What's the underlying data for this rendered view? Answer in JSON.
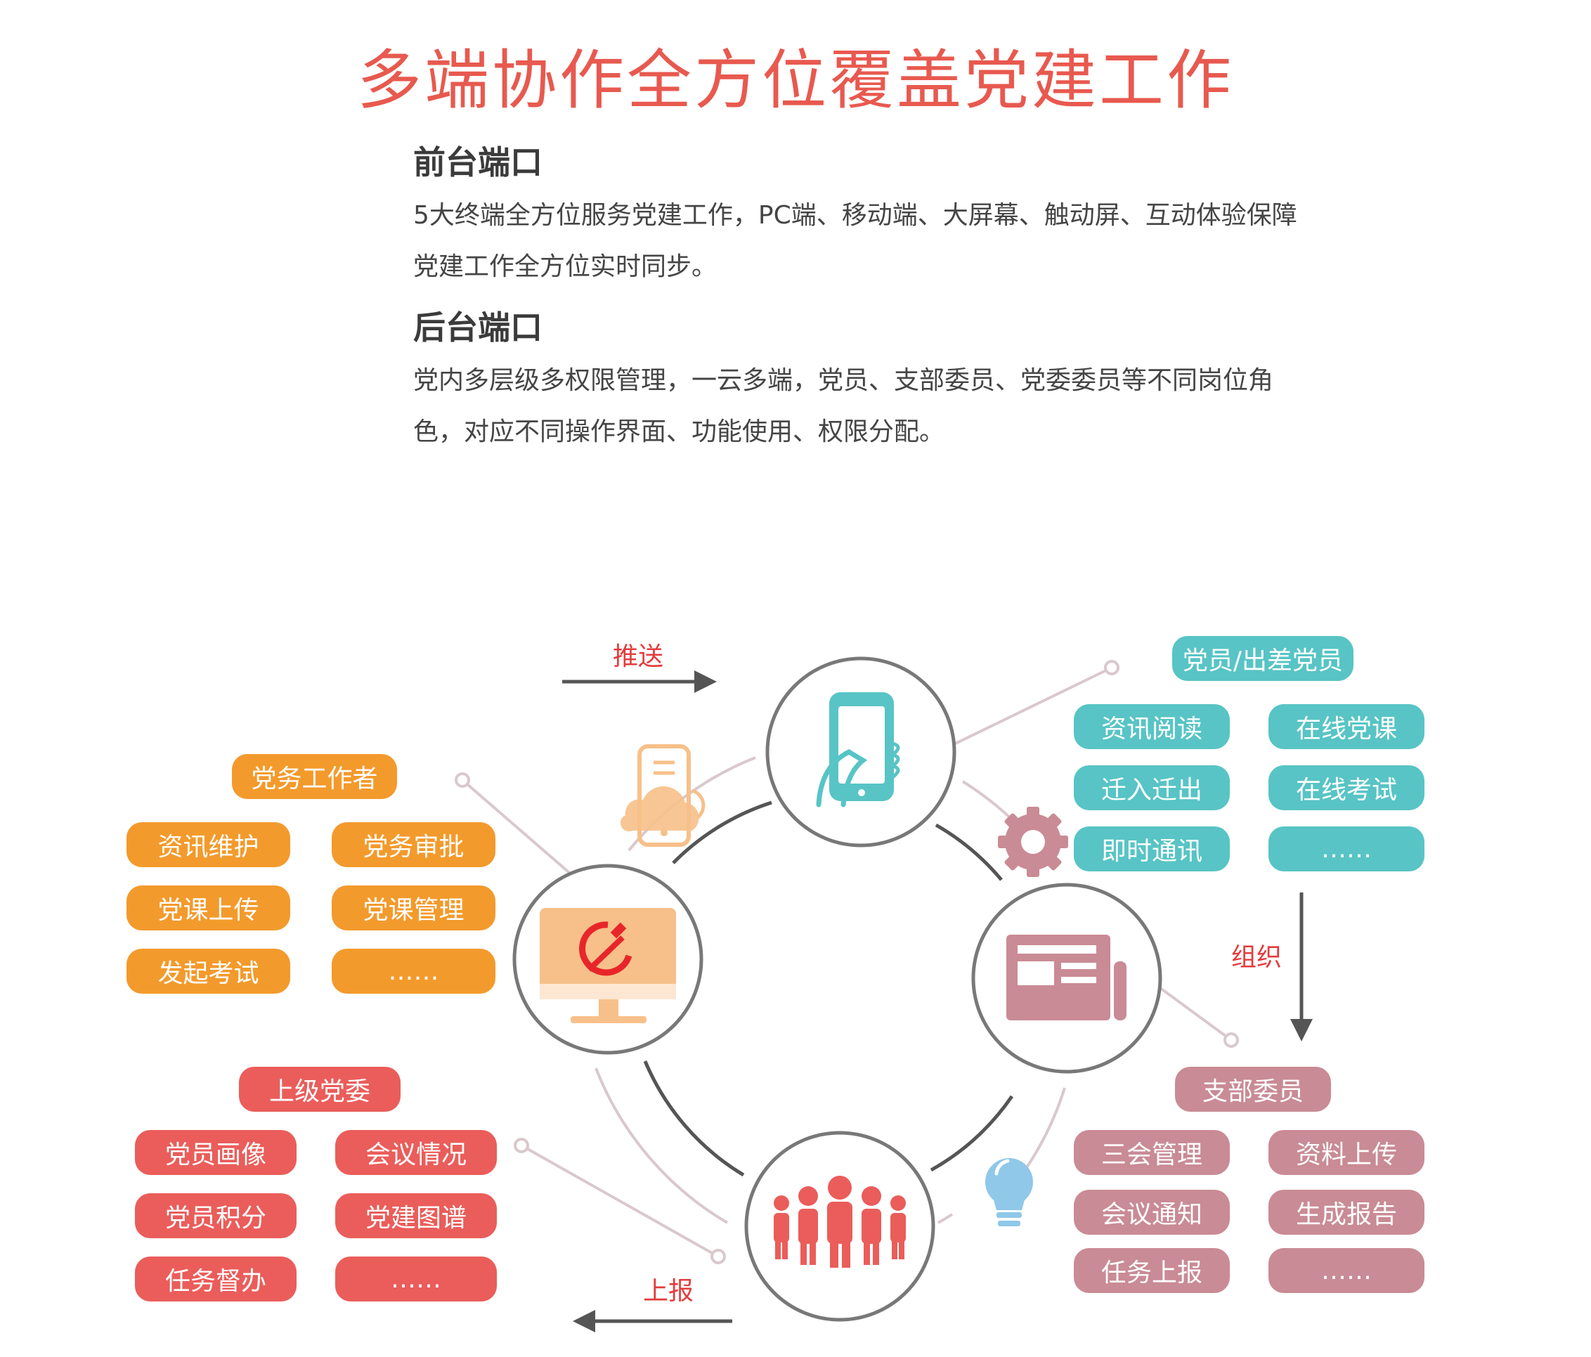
{
  "title": "多端协作全方位覆盖党建工作",
  "front": {
    "heading": "前台端口",
    "line1": "5大终端全方位服务党建工作，PC端、移动端、大屏幕、触动屏、互动体验保障",
    "line2": "党建工作全方位实时同步。"
  },
  "back": {
    "heading": "后台端口",
    "line1": "党内多层级多权限管理，一云多端，党员、支部委员、党委委员等不同岗位角",
    "line2": "色，对应不同操作界面、功能使用、权限分配。"
  },
  "flows": {
    "push": "推送",
    "organize": "组织",
    "report": "上报"
  },
  "groups": {
    "worker": {
      "title": "党务工作者",
      "items": [
        "资讯维护",
        "党务审批",
        "党课上传",
        "党课管理",
        "发起考试",
        "……"
      ]
    },
    "member": {
      "title": "党员/出差党员",
      "items": [
        "资讯阅读",
        "在线党课",
        "迁入迁出",
        "在线考试",
        "即时通讯",
        "……"
      ]
    },
    "committee": {
      "title": "上级党委",
      "items": [
        "党员画像",
        "会议情况",
        "党员积分",
        "党建图谱",
        "任务督办",
        "……"
      ]
    },
    "branch": {
      "title": "支部委员",
      "items": [
        "三会管理",
        "资料上传",
        "会议通知",
        "生成报告",
        "任务上报",
        "……"
      ]
    }
  },
  "colors": {
    "title": "#e8594f",
    "worker": "#f39a2c",
    "committee": "#ea5d5a",
    "member": "#58c4c5",
    "branch": "#c98b95",
    "flow_label": "#e23c3c"
  },
  "icons": [
    "mobile-phone-icon",
    "desktop-party-emblem-icon",
    "newspaper-icon",
    "people-group-icon",
    "cloud-phone-icon",
    "gear-icon",
    "lightbulb-icon"
  ]
}
